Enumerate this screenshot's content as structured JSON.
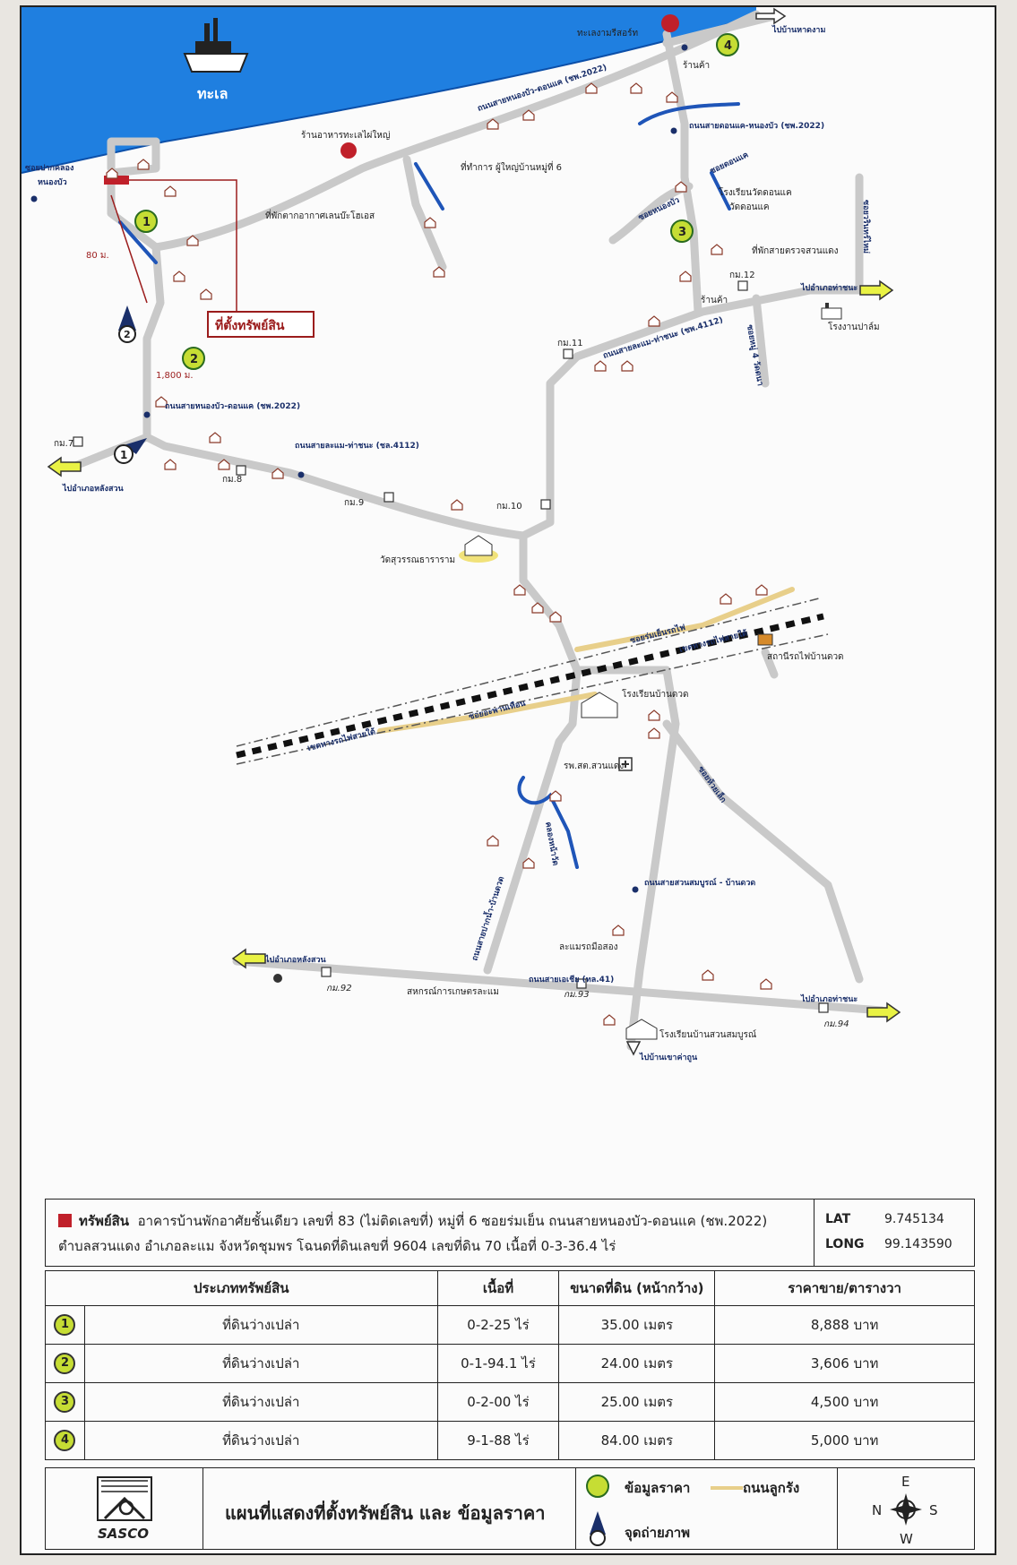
{
  "map": {
    "sea_label": "ทะเล",
    "property_label": "ที่ตั้งทรัพย์สิน",
    "labels": {
      "soi_pak_klong": "ซอยปากคลอง",
      "nong_bua": "หนองบัว",
      "distance_80": "80 ม.",
      "distance_1800": "1,800 ม.",
      "road_2022_top": "ถนนสายหนองบัว-ดอนแค (ชพ.2022)",
      "road_2022_mid": "ถนนสายหนองบัว-ดอนแค (ชพ.2022)",
      "road_4112_left": "ถนนสายละแม-ท่าชนะ (ชล.4112)",
      "road_4112_right": "ถนนสายละแม-ท่าชนะ (ชพ.4112)",
      "road_don_khae": "ถนนสายดอนแค-หนองบัว (ชพ.2022)",
      "seafood_shop": "ร้านอาหารทะเลไผ่ใหญ่",
      "head_office": "ที่ทำการ ผู้ใหญ่บ้านหมู่ที่ 6",
      "resort_stay": "ที่พักตากอากาศเลนบ๊ะโฮเอส",
      "resort": "ทะเลงามรีสอร์ท",
      "shop1": "ร้านค้า",
      "shop2": "ร้านค้า",
      "to_ban_hua_nam": "ไปบ้านหาดงาม",
      "school_don_khae": "โรงเรียนวัดดอนแค",
      "wat_don_khae": "วัดดอนแค",
      "soi_don_khae": "ซอยดอนแค",
      "soi_nong_bua": "ซอยหนองบัว",
      "rest_stop": "ที่พักสายตรวจสวนแดง",
      "soi_ban_ma": "ซอยวรินทร์ไหม่",
      "km12": "กม.12",
      "to_tha_chana_top": "ไปอำเภอท่าชนะ",
      "palm_factory": "โรงงานปาล์ม",
      "soi_mu_4": "ซอยหมู่ 4 วัดดนา",
      "km11": "กม.11",
      "km7": "กม.7",
      "km8": "กม.8",
      "km9": "กม.9",
      "km10": "กม.10",
      "to_lang_suan_top": "ไปอำเภอหลังสวน",
      "wat": "วัดสุวรรณธาราราม",
      "rail_zone_n": "เขตทางรถไฟสายใต้",
      "rail_zone_s": "เขตทางรถไฟสายใต้",
      "soi_rom_yen": "ซอยร่มเย็นรถไฟ",
      "soi_lang_sathan": "ซอยอะพานเทือน",
      "station": "สถานีรถไฟบ้านดวด",
      "school_ban_duat": "โรงเรียนบ้านดวด",
      "hospital": "รพ.สต.สวนแดง",
      "soi_ban_mai": "ซอยห้วยเล็ก",
      "klong": "คลองหน้าวัด",
      "road_suan_sombun": "ถนนสายสวนสมบูรณ์ - บ้านดวด",
      "road_pak_nam": "ถนนสายปากน้ำ-บ้านดวด",
      "craft_shop": "ละแมรถมือสอง",
      "to_lang_suan_bottom": "ไปอำเภอหลังสวน",
      "road_41": "ถนนสายเอเชีย (ทล.41)",
      "km92": "กม.92",
      "km93": "กม.93",
      "km94": "กม.94",
      "coop": "สหกรณ์การเกษตรละแม",
      "to_tha_chana_bottom": "ไปอำเภอท่าชนะ",
      "school_suan_sombun": "โรงเรียนบ้านสวนสมบูรณ์",
      "to_ban_khao": "ไปบ้านเขาค่าถูน"
    },
    "markers": [
      "1",
      "2",
      "3",
      "4"
    ],
    "camera_marker": "1",
    "camera_marker_2": "2"
  },
  "info": {
    "label": "ทรัพย์สิน",
    "line1": "อาคารบ้านพักอาศัยชั้นเดียว เลขที่ 83 (ไม่ติดเลขที่) หมู่ที่ 6 ซอยร่มเย็น ถนนสายหนองบัว-ดอนแค (ชพ.2022)",
    "line2": "ตำบลสวนแดง อำเภอละแม จังหวัดชุมพร  โฉนดที่ดินเลขที่ 9604 เลขที่ดิน 70 เนื้อที่ 0-3-36.4 ไร่",
    "lat_label": "LAT",
    "lat": "9.745134",
    "long_label": "LONG",
    "long": "99.143590",
    "colors": {
      "property": "#c0202a"
    }
  },
  "table": {
    "headers": [
      "ประเภททรัพย์สิน",
      "เนื้อที่",
      "ขนาดที่ดิน (หน้ากว้าง)",
      "ราคาขาย/ตารางวา"
    ],
    "rows": [
      {
        "no": "1",
        "type": "ที่ดินว่างเปล่า",
        "area": "0-2-25 ไร่",
        "width": "35.00 เมตร",
        "price": "8,888 บาท"
      },
      {
        "no": "2",
        "type": "ที่ดินว่างเปล่า",
        "area": "0-1-94.1 ไร่",
        "width": "24.00 เมตร",
        "price": "3,606 บาท"
      },
      {
        "no": "3",
        "type": "ที่ดินว่างเปล่า",
        "area": "0-2-00 ไร่",
        "width": "25.00 เมตร",
        "price": "4,500 บาท"
      },
      {
        "no": "4",
        "type": "ที่ดินว่างเปล่า",
        "area": "9-1-88 ไร่",
        "width": "84.00 เมตร",
        "price": "5,000 บาท"
      }
    ],
    "colors": {
      "marker": "#c6dd34"
    }
  },
  "footer": {
    "logo_text": "SASCO",
    "title": "แผนที่แสดงที่ตั้งทรัพย์สิน และ ข้อมูลราคา",
    "legend_price": "ข้อมูลราคา",
    "legend_dirt_road": "ถนนลูกรัง",
    "legend_photo": "จุดถ่ายภาพ",
    "compass": {
      "n": "N",
      "e": "E",
      "s": "S",
      "w": "W"
    },
    "colors": {
      "sea": "#1f7fe0",
      "dirt_road": "#e8cf8a",
      "railway": "#111111"
    }
  }
}
